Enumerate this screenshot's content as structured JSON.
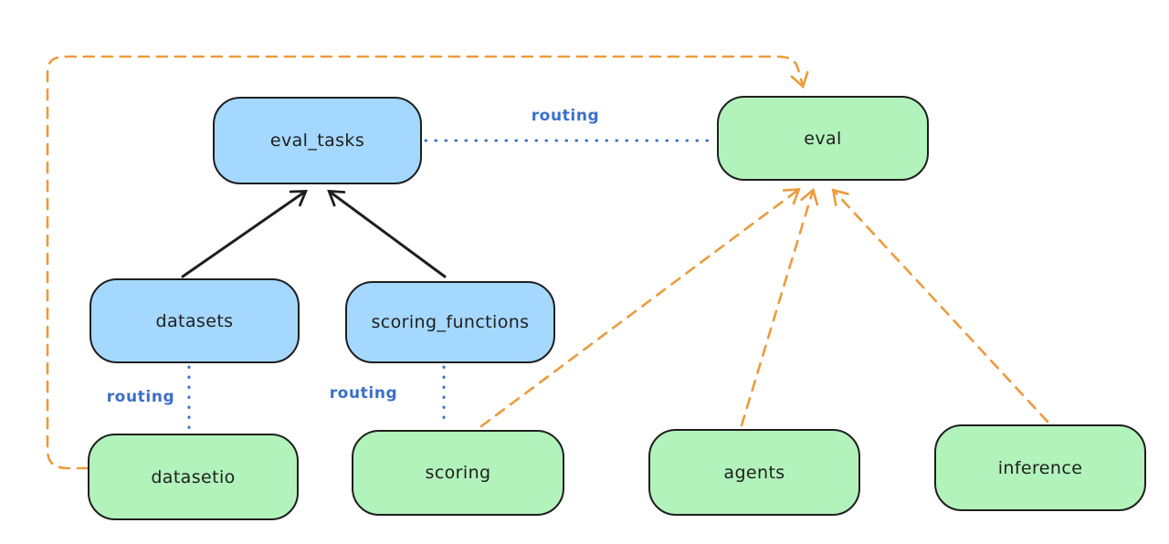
{
  "title": "llama-stack resources and providers routing diagram",
  "colors": {
    "background": "#ffffff",
    "node_border": "#1e1e1e",
    "blue_node_fill": "#a5d8ff",
    "green_node_fill": "#b2f2bb",
    "routing_blue": "#3b6fc9",
    "orange_dashed": "#ec9b3c",
    "black_arrow": "#1e1e1e"
  },
  "nodes": [
    {
      "id": "eval_tasks",
      "label": "eval_tasks",
      "fill": "blue"
    },
    {
      "id": "eval",
      "label": "eval",
      "fill": "green"
    },
    {
      "id": "datasets",
      "label": "datasets",
      "fill": "blue"
    },
    {
      "id": "scoring_functions",
      "label": "scoring_functions",
      "fill": "blue"
    },
    {
      "id": "datasetio",
      "label": "datasetio",
      "fill": "green"
    },
    {
      "id": "scoring",
      "label": "scoring",
      "fill": "green"
    },
    {
      "id": "agents",
      "label": "agents",
      "fill": "green"
    },
    {
      "id": "inference",
      "label": "inference",
      "fill": "green"
    }
  ],
  "edge_labels": [
    {
      "text": "routing"
    },
    {
      "text": "routing"
    },
    {
      "text": "routing"
    }
  ],
  "edges": [
    {
      "from": "datasets",
      "to": "eval_tasks",
      "style": "solid-arrow",
      "color": "black"
    },
    {
      "from": "scoring_functions",
      "to": "eval_tasks",
      "style": "solid-arrow",
      "color": "black"
    },
    {
      "from": "eval_tasks",
      "to": "eval",
      "style": "dotted-line",
      "color": "blue",
      "label": "routing"
    },
    {
      "from": "datasets",
      "to": "datasetio",
      "style": "dotted-line",
      "color": "blue",
      "label": "routing"
    },
    {
      "from": "scoring_functions",
      "to": "scoring",
      "style": "dotted-line",
      "color": "blue",
      "label": "routing"
    },
    {
      "from": "datasetio",
      "to": "eval",
      "style": "dashed-arrow",
      "color": "orange",
      "route": "around-left-and-top"
    },
    {
      "from": "scoring",
      "to": "eval",
      "style": "dashed-arrow",
      "color": "orange"
    },
    {
      "from": "agents",
      "to": "eval",
      "style": "dashed-arrow",
      "color": "orange"
    },
    {
      "from": "inference",
      "to": "eval",
      "style": "dashed-arrow",
      "color": "orange"
    }
  ]
}
